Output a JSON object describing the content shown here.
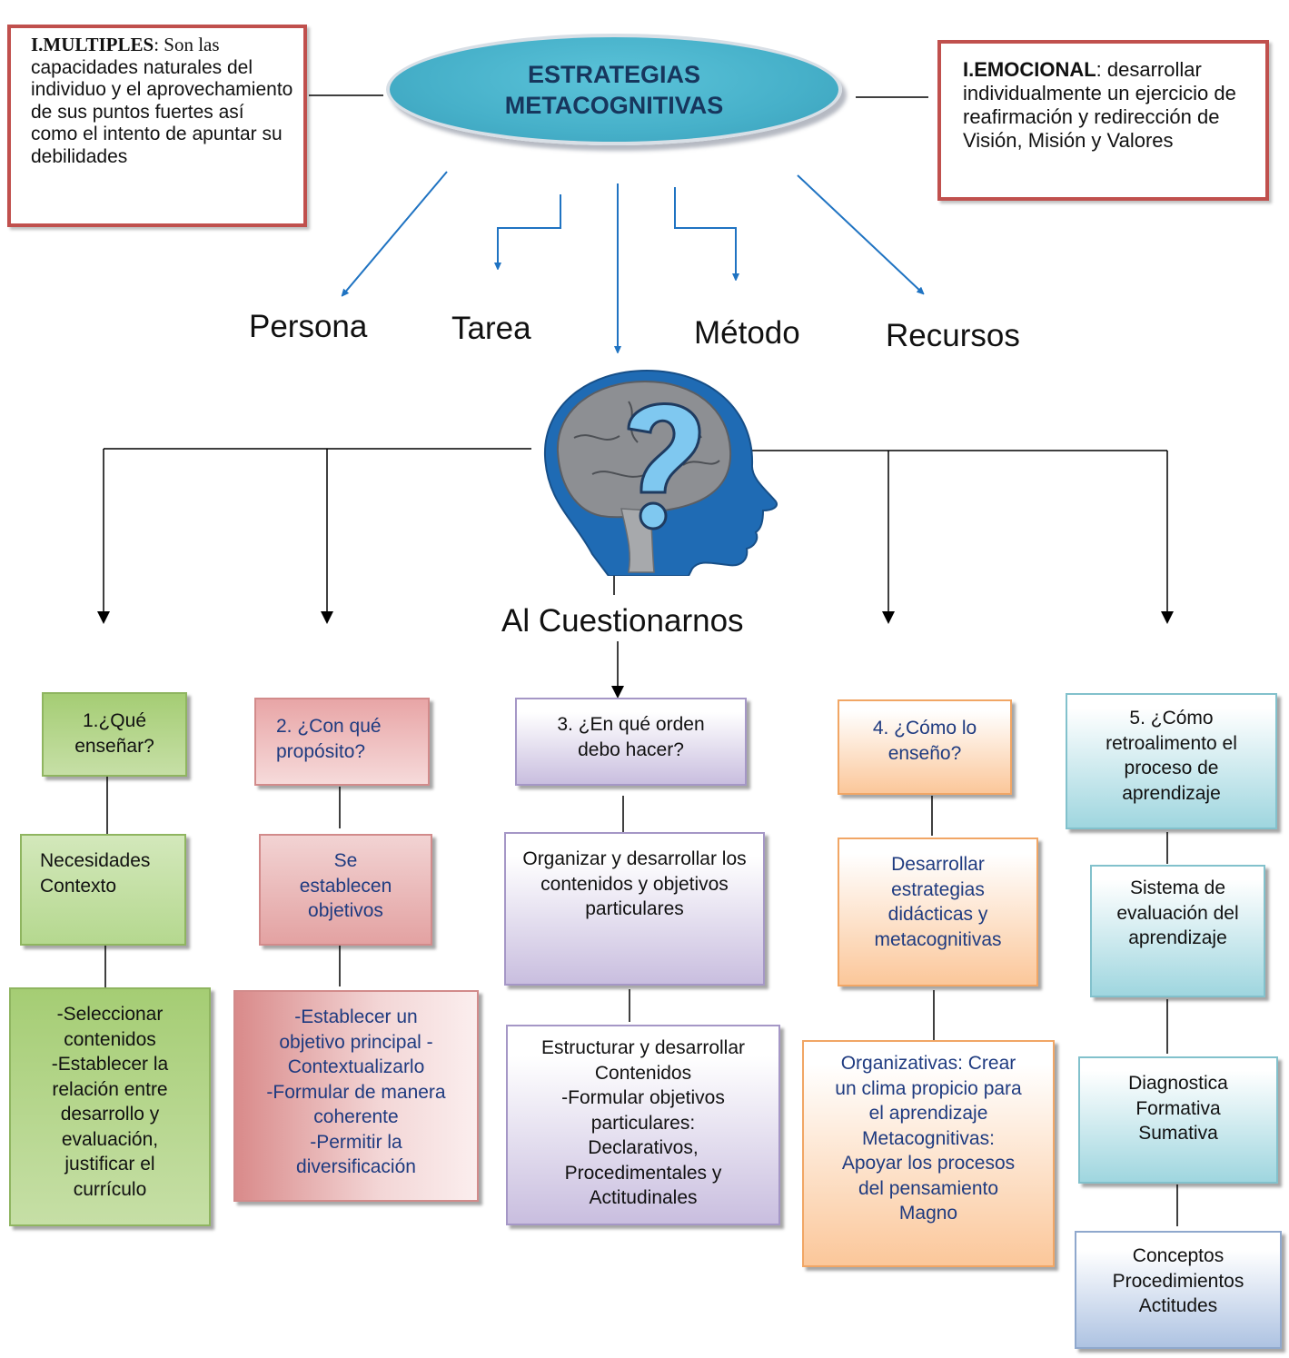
{
  "title": {
    "line1": "ESTRATEGIAS",
    "line2": "METACOGNITIVAS"
  },
  "side_left": {
    "term": "I.MULTIPLES",
    "rest_serif": ": Son  las",
    "text": "capacidades naturales del individuo y el aprovechamiento de sus puntos fuertes  así como el intento de apuntar su debilidades"
  },
  "side_right": {
    "term": "I.EMOCIONAL",
    "text": ": desarrollar individualmente un ejercicio de reafirmación y redirección de Visión, Misión y Valores"
  },
  "categories": [
    "Persona",
    "Tarea",
    "Método",
    "Recursos"
  ],
  "center_label": "Al Cuestionarnos",
  "head_icon": "brain-question-head-icon",
  "colors": {
    "title_fill": "#46b0c9",
    "title_text": "#17365d",
    "arrow_blue": "#1f73c2",
    "side_border": "#c0504d"
  },
  "columns": [
    {
      "question": "1.¿Qué enseñar?",
      "step2": "Necesidades Contexto",
      "step3": [
        "-Seleccionar",
        "contenidos",
        "-Establecer la",
        "relación entre",
        "desarrollo y",
        "evaluación,",
        "justificar el",
        "currículo"
      ]
    },
    {
      "question": "2. ¿Con qué propósito?",
      "step2": "Se establecen objetivos",
      "step3": [
        "-Establecer un",
        "objetivo principal -",
        "Contextualizarlo",
        "-Formular de manera",
        "coherente",
        "-Permitir la",
        "diversificación"
      ]
    },
    {
      "question": "3. ¿En qué orden debo hacer?",
      "step2": "Organizar y desarrollar los contenidos y objetivos particulares",
      "step3": [
        "Estructurar y desarrollar",
        "Contenidos",
        "-Formular objetivos",
        "particulares:",
        "Declarativos,",
        "Procedimentales y",
        "Actitudinales"
      ]
    },
    {
      "question": "4. ¿Cómo lo enseño?",
      "step2": "Desarrollar estrategias didácticas y metacognitivas",
      "step3": [
        "Organizativas: Crear",
        "un clima propicio para",
        "el aprendizaje",
        "Metacognitivas:",
        "Apoyar los procesos",
        "del pensamiento",
        "Magno"
      ]
    },
    {
      "question": "5. ¿Cómo retroalimento el proceso de aprendizaje",
      "step2": "Sistema de evaluación del aprendizaje",
      "step3": [
        "Diagnostica",
        "Formativa",
        "Sumativa"
      ],
      "step4": [
        "Conceptos",
        "Procedimientos",
        "Actitudes"
      ]
    }
  ]
}
